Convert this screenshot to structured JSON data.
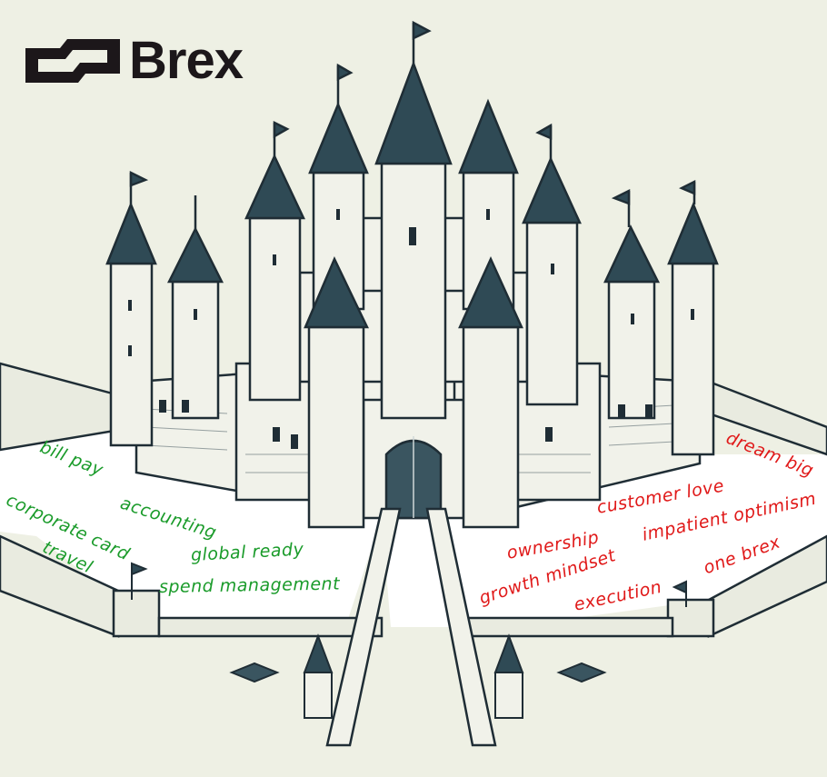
{
  "logo": {
    "text": "Brex",
    "color": "#1c171a"
  },
  "illustration": {
    "subject": "castle",
    "background_color": "#eef0e4",
    "ink_color": "#1f2d35",
    "roof_color": "#2f4a55",
    "courtyard_color": "#ffffff"
  },
  "products": {
    "color": "#1a9b2a",
    "items": [
      {
        "label": "bill pay"
      },
      {
        "label": "accounting"
      },
      {
        "label": "corporate card"
      },
      {
        "label": "travel"
      },
      {
        "label": "global ready"
      },
      {
        "label": "spend management"
      }
    ]
  },
  "values": {
    "color": "#e01919",
    "items": [
      {
        "label": "dream big"
      },
      {
        "label": "customer love"
      },
      {
        "label": "ownership"
      },
      {
        "label": "impatient optimism"
      },
      {
        "label": "growth mindset"
      },
      {
        "label": "one brex"
      },
      {
        "label": "execution"
      }
    ]
  }
}
